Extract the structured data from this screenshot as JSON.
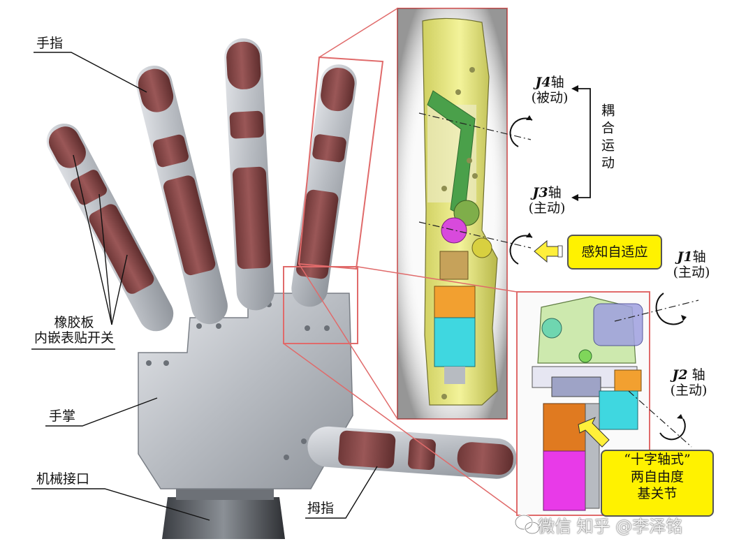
{
  "labels": {
    "finger": "手指",
    "rubber_plate_line1": "橡胶板",
    "rubber_plate_line2": "内嵌表贴开关",
    "palm": "手掌",
    "mech_interface": "机械接口",
    "thumb": "拇指",
    "j4_axis": "J4",
    "j4_suffix": "轴",
    "j4_mode": "(被动)",
    "coupled_motion": "耦合运动",
    "j3_axis": "J3",
    "j3_suffix": "轴",
    "j3_mode": "(主动)",
    "sense_adaptive": "感知自适应",
    "j1_axis": "J1",
    "j1_suffix": "轴",
    "j1_mode": "(主动)",
    "j2_axis": "J2",
    "j2_suffix": " 轴",
    "j2_mode": "(主动)",
    "cross_axis_line1": "“十字轴式”",
    "cross_axis_line2": "两自由度",
    "cross_axis_line3": "基关节"
  },
  "watermark": {
    "text": "微信 知乎 @李泽铭",
    "icon": "wechat-icon"
  },
  "colors": {
    "callout_frame": "#e06a6a",
    "highlight_box": "#fff200",
    "rubber_pad": "#8a4a4a",
    "metal": "#b8bcc2",
    "arrow_yellow": "#ffef3a"
  }
}
